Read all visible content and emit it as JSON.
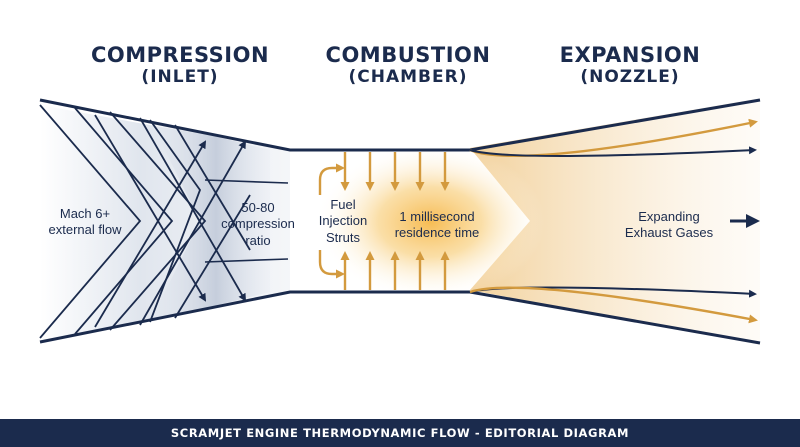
{
  "headings": {
    "compression": {
      "line1": "COMPRESSION",
      "line2": "(INLET)"
    },
    "combustion": {
      "line1": "COMBUSTION",
      "line2": "(CHAMBER)"
    },
    "expansion": {
      "line1": "EXPANSION",
      "line2": "(NOZZLE)"
    }
  },
  "labels": {
    "mach": "Mach 6+\nexternal flow",
    "ratio": "50-80\ncompression\nratio",
    "fuel": "Fuel\nInjection\nStruts",
    "residence": "1 millisecond\nresidence time",
    "exhaust": "Expanding\nExhaust Gases"
  },
  "footer": "SCRAMJET ENGINE THERMODYNAMIC FLOW - EDITORIAL DIAGRAM",
  "colors": {
    "navy": "#1b2b4d",
    "gold": "#d39a3e",
    "flame": "#f6c052",
    "white": "#ffffff"
  }
}
